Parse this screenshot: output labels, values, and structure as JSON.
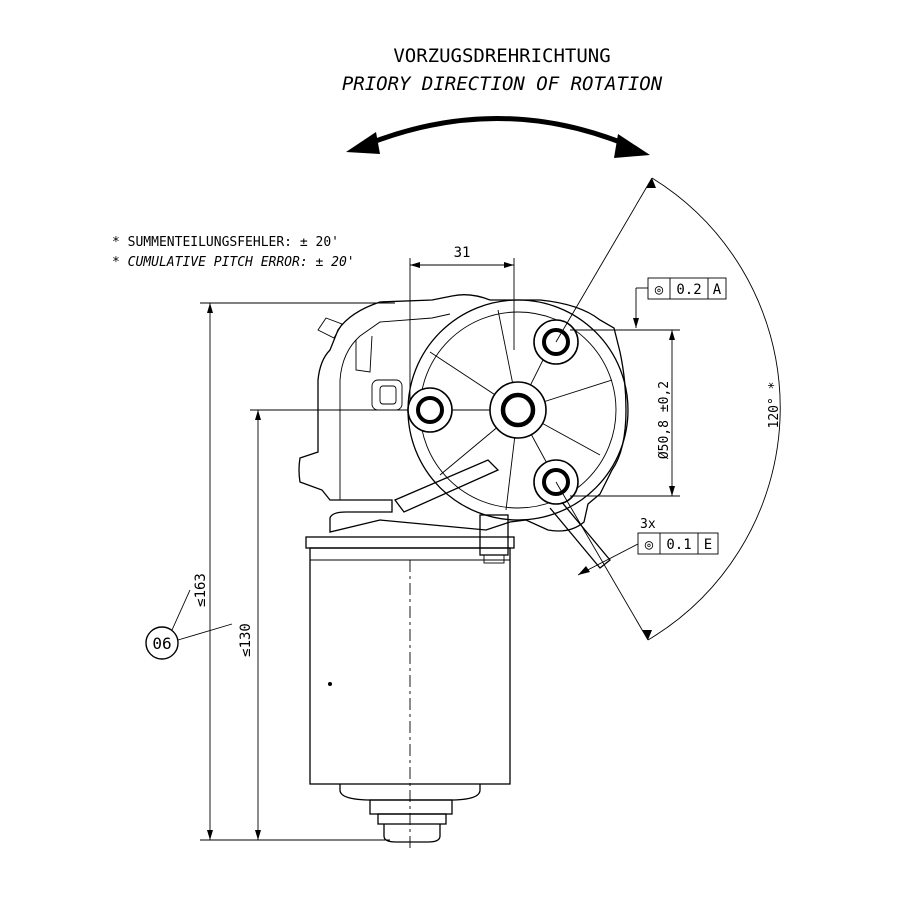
{
  "title_de": "VORZUGSDREHRICHTUNG",
  "title_en": "PRIORY DIRECTION OF ROTATION",
  "notes": {
    "line_de": "* SUMMENTEILUNGSFEHLER: ± 20'",
    "line_en": "* CUMULATIVE PITCH ERROR: ± 20'"
  },
  "dimensions": {
    "offset_top": "31",
    "overall_height": "≤163",
    "body_height": "≤130",
    "bolt_circle": "Ø50,8 ±0,2",
    "angle": "120° *"
  },
  "tolerances": {
    "concentricity_a": {
      "symbol": "◎",
      "value": "0.2",
      "datum": "A"
    },
    "concentricity_e": {
      "prefix": "3x",
      "symbol": "◎",
      "value": "0.1",
      "datum": "E"
    }
  },
  "balloon": "06"
}
